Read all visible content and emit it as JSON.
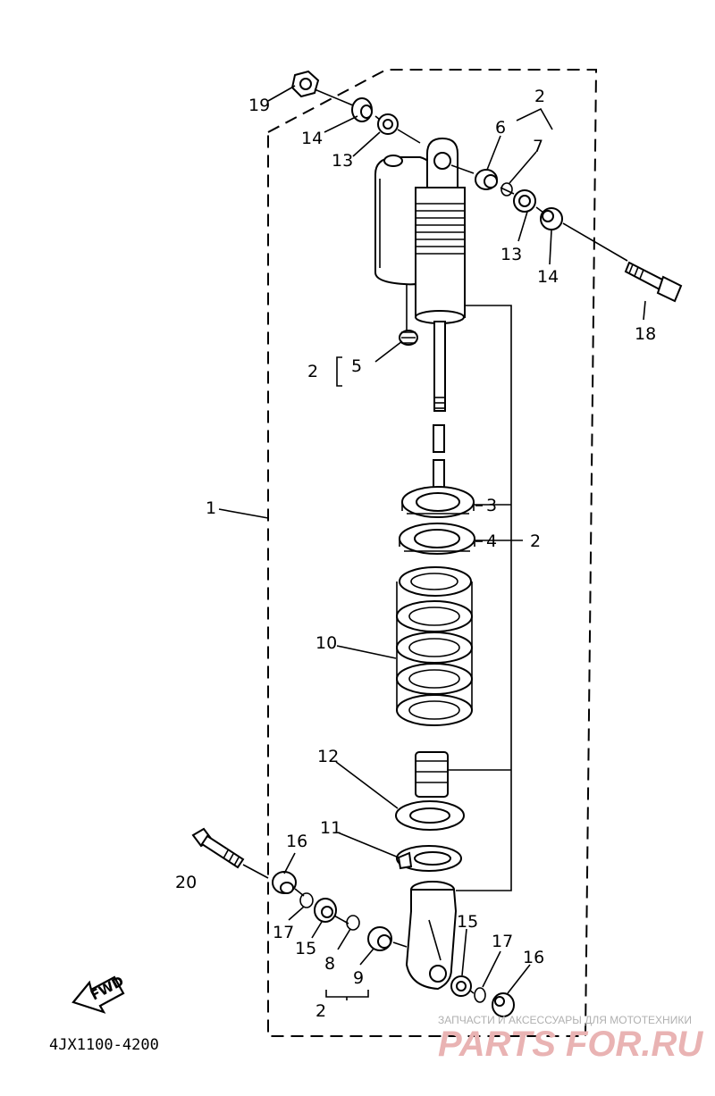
{
  "labels": {
    "l1": "1",
    "l2a": "2",
    "l2b": "2",
    "l2c": "2",
    "l2d": "2",
    "l3": "3",
    "l4": "4",
    "l5": "5",
    "l6": "6",
    "l7": "7",
    "l8": "8",
    "l9": "9",
    "l10": "10",
    "l11": "11",
    "l12": "12",
    "l13a": "13",
    "l13b": "13",
    "l14a": "14",
    "l14b": "14",
    "l15a": "15",
    "l15b": "15",
    "l16a": "16",
    "l16b": "16",
    "l17a": "17",
    "l17b": "17",
    "l18": "18",
    "l19": "19",
    "l20": "20"
  },
  "fwd_label": "FWD",
  "diagram_code": "4JX1100-4200",
  "watermark": {
    "tagline": "ЗАПЧАСТИ И АКСЕССУАРЫ ДЛЯ МОТОТЕХНИКИ",
    "brand": "PARTS FOR.RU"
  },
  "colors": {
    "ink": "#000000",
    "watermark": "#e9b3b3"
  }
}
